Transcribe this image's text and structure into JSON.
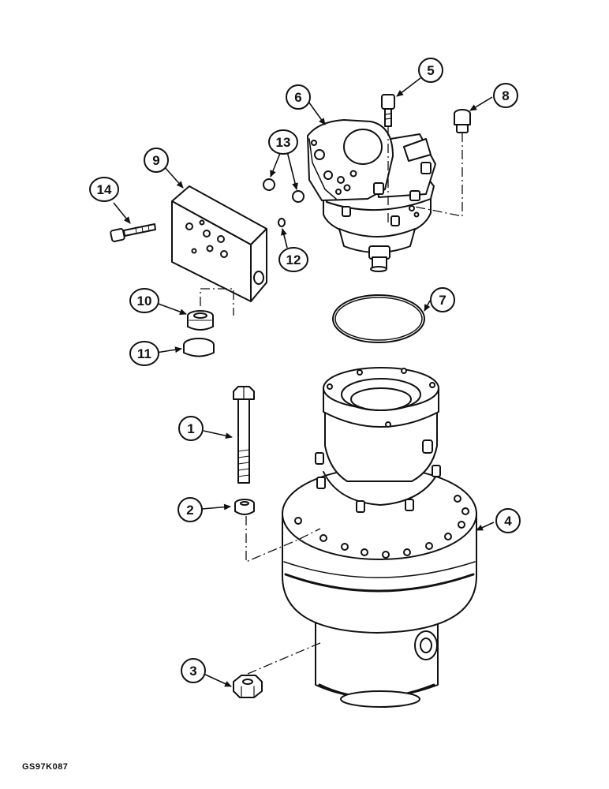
{
  "callouts": {
    "c1": "1",
    "c2": "2",
    "c3": "3",
    "c4": "4",
    "c5": "5",
    "c6": "6",
    "c7": "7",
    "c8": "8",
    "c9": "9",
    "c10": "10",
    "c11": "11",
    "c12": "12",
    "c13": "13",
    "c14": "14"
  },
  "figure_code": "GS97K087"
}
